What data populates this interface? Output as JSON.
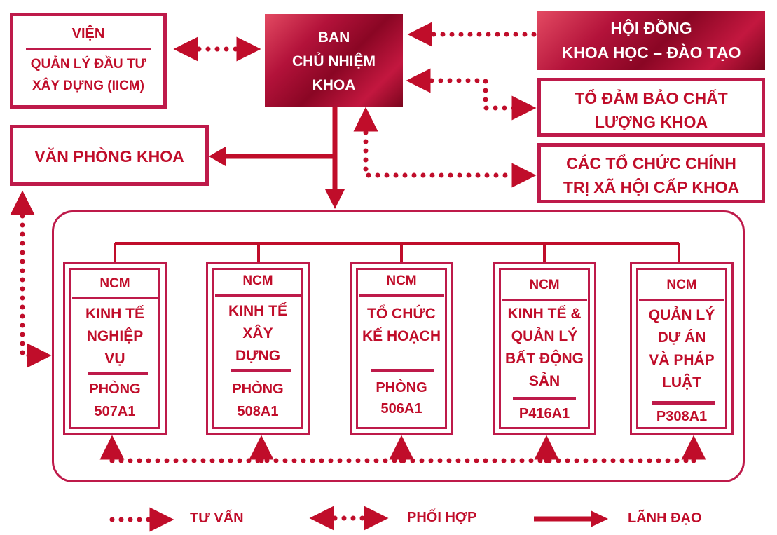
{
  "vien": {
    "title": "VIỆN",
    "line1": "QUẢN LÝ ĐẦU TƯ",
    "line2": "XÂY DỰNG (IICM)"
  },
  "ban": {
    "line1": "BAN",
    "line2": "CHỦ NHIỆM",
    "line3": "KHOA"
  },
  "hoidong": {
    "line1": "HỘI ĐỒNG",
    "line2": "KHOA HỌC – ĐÀO TẠO"
  },
  "todambao": {
    "line1": "TỔ ĐẢM BẢO CHẤT",
    "line2": "LƯỢNG KHOA"
  },
  "cactochuc": {
    "line1": "CÁC TỔ CHỨC CHÍNH",
    "line2": "TRỊ XÃ HỘI CẤP KHOA"
  },
  "vanphong": {
    "label": "VĂN PHÒNG KHOA"
  },
  "ncm": [
    {
      "label": "NCM",
      "name": [
        "KINH TẾ",
        "NGHIỆP",
        "VỤ"
      ],
      "room": [
        "PHÒNG",
        "507A1"
      ]
    },
    {
      "label": "NCM",
      "name": [
        "KINH TẾ",
        "XÂY",
        "DỰNG"
      ],
      "room": [
        "PHÒNG",
        "508A1"
      ]
    },
    {
      "label": "NCM",
      "name": [
        "TỔ CHỨC",
        "KẾ HOẠCH"
      ],
      "room": [
        "PHÒNG",
        "506A1"
      ]
    },
    {
      "label": "NCM",
      "name": [
        "KINH TẾ &",
        "QUẢN LÝ",
        "BẤT ĐỘNG",
        "SẢN"
      ],
      "room": [
        "P416A1"
      ]
    },
    {
      "label": "NCM",
      "name": [
        "QUẢN LÝ",
        "DỰ ÁN",
        "VÀ PHÁP",
        "LUẬT"
      ],
      "room": [
        "P308A1"
      ]
    }
  ],
  "legend": {
    "tuvan": "TƯ VẤN",
    "phoihop": "PHỐI HỢP",
    "lanhdao": "LÃNH ĐẠO"
  },
  "colors": {
    "primary": "#be1a4a",
    "text": "#c00d2a",
    "dark": "#8a0624"
  }
}
